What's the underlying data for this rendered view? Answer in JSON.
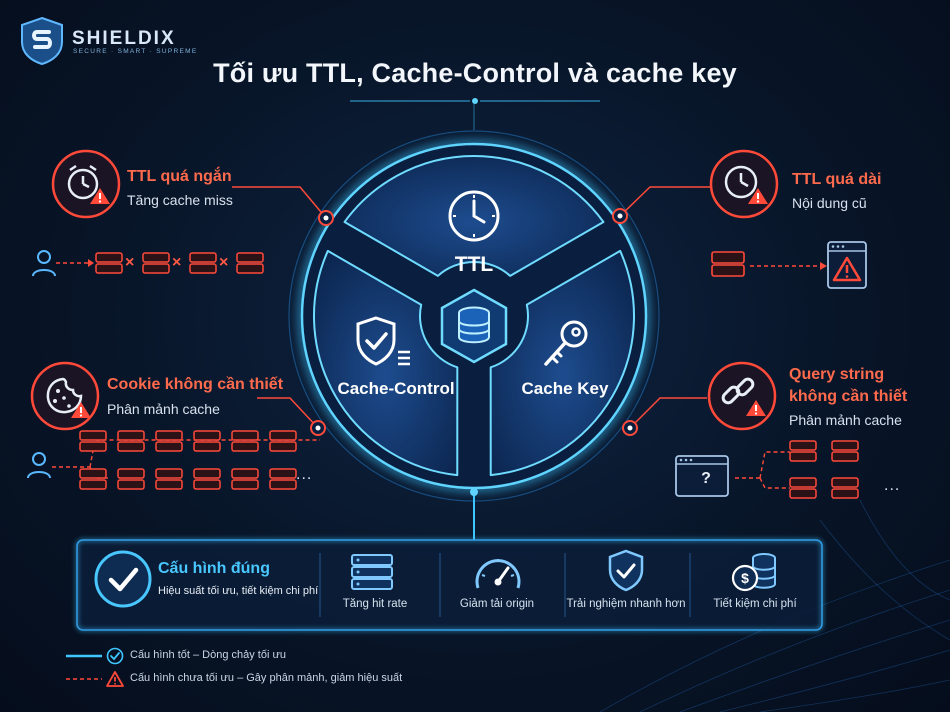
{
  "brand": {
    "name": "SHIELDIX",
    "tagline": "SECURE · SMART · SUPREME"
  },
  "title": "Tối ưu TTL, Cache-Control và cache key",
  "wheel": {
    "center_icon": "database-icon",
    "segments": [
      {
        "label": "TTL",
        "icon": "clock-icon"
      },
      {
        "label": "Cache-Control",
        "icon": "shield-check-icon"
      },
      {
        "label": "Cache Key",
        "icon": "key-icon"
      }
    ]
  },
  "issues": {
    "ttl_short": {
      "title": "TTL quá ngắn",
      "subtitle": "Tăng cache miss",
      "icon": "alarm-clock-warning-icon"
    },
    "ttl_long": {
      "title": "TTL quá dài",
      "subtitle": "Nội dung cũ",
      "icon": "clock-warning-icon"
    },
    "cookie": {
      "title": "Cookie không cần thiết",
      "subtitle": "Phân mảnh cache",
      "icon": "cookie-warning-icon"
    },
    "query": {
      "title_line1": "Query string",
      "title_line2": "không cần thiết",
      "subtitle": "Phân mảnh cache",
      "icon": "broken-link-warning-icon"
    }
  },
  "flows": {
    "ttl_short_marks": [
      "×",
      "×",
      "×"
    ],
    "ellipsis": "...",
    "question": "?"
  },
  "banner": {
    "lead_title": "Cấu hình đúng",
    "lead_desc": "Hiệu suất tối ưu, tiết kiệm chi phí",
    "items": [
      {
        "label": "Tăng hit rate",
        "icon": "server-stack-icon"
      },
      {
        "label": "Giảm tải origin",
        "icon": "gauge-icon"
      },
      {
        "label": "Trải nghiệm nhanh hơn",
        "icon": "shield-check-icon"
      },
      {
        "label": "Tiết kiệm chi phí",
        "icon": "coins-icon"
      }
    ]
  },
  "legend": [
    {
      "text": "Cấu hình tốt – Dòng chảy tối ưu",
      "style": "solid",
      "color": "#3ec6ff"
    },
    {
      "text": "Cấu hình chưa tối ưu – Gây phân mảnh, giảm hiệu suất",
      "style": "dashed",
      "color": "#ff4a3a"
    }
  ],
  "colors": {
    "accent": "#3ec6ff",
    "warning": "#ff4a3a",
    "background": "#081528"
  }
}
